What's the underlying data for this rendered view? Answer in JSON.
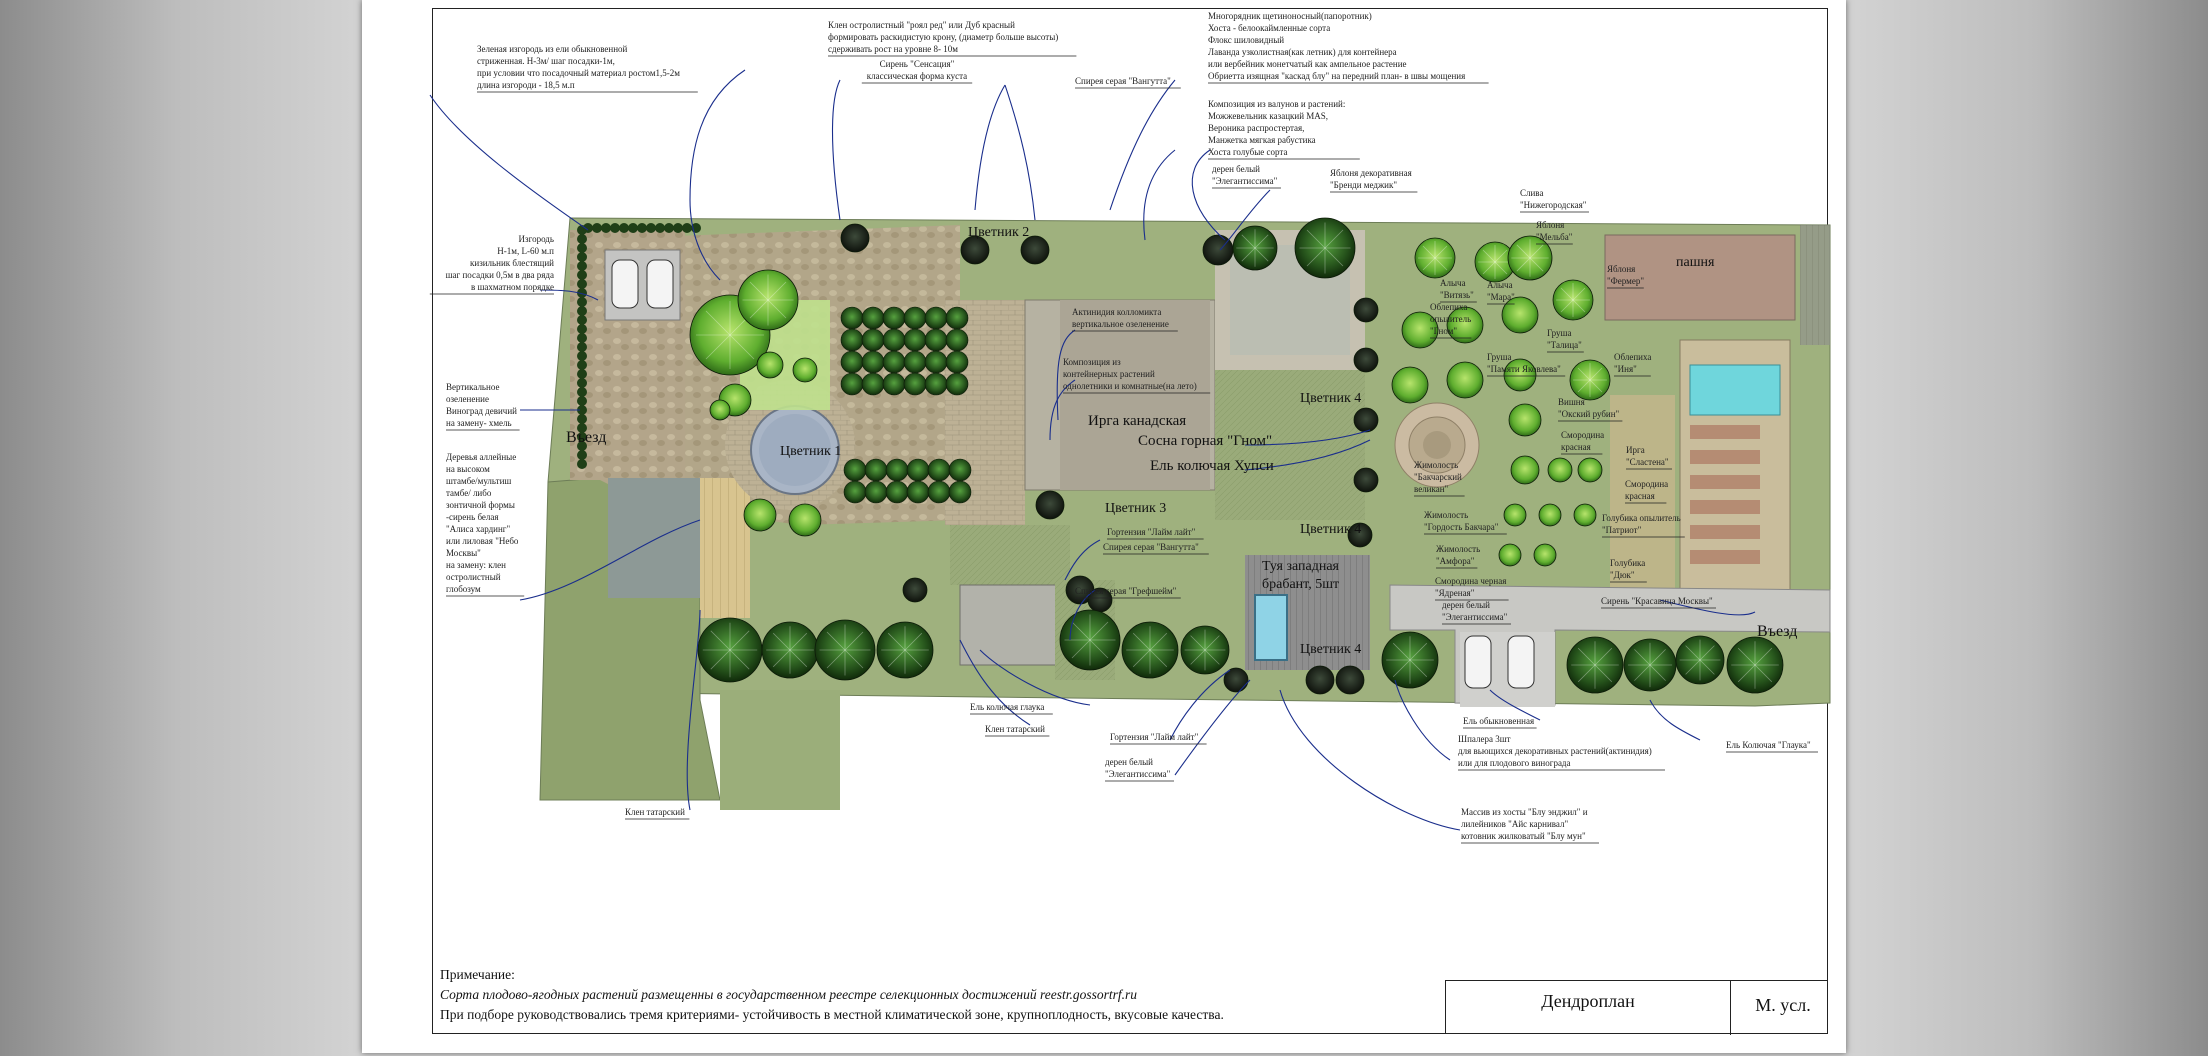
{
  "sheet": {
    "title": "Дендроплан",
    "scale": "М. усл.",
    "notes": [
      "Примечание:",
      "Сорта плодово-ягодных растений размещенны в государственном реестре селекционных достижений reestr.gossortrf.ru",
      "При подборе руководствовались тремя критериями- устойчивость в местной климатической зоне, крупноплодность, вкусовые качества."
    ]
  },
  "zones": {
    "entry_left": "Въезд",
    "entry_right": "Въезд",
    "flowerbed_1": "Цветник 1",
    "flowerbed_2": "Цветник 2",
    "flowerbed_3": "Цветник 3",
    "flowerbed_4a": "Цветник 4",
    "flowerbed_4b": "Цветник 4",
    "flowerbed_4c": "Цветник 4",
    "arable": "пашня",
    "irga": "Ирга канадская",
    "pine": "Сосна горная \"Гном\"",
    "spruce": "Ель колючая Хупси",
    "thuja": "Туя западная брабант, 5шт"
  },
  "callouts": {
    "hedge_spruce": [
      "Зеленая изгородь из ели обыкновенной",
      "стриженная. Н-3м/ шаг посадки-1м,",
      "при условии что посадочный материал ростом1,5-2м",
      "длина изгороди - 18,5 м.п"
    ],
    "maple_oak": [
      "Клен остролистный \"роял ред\" или Дуб красный",
      "формировать раскидистую крону, (диаметр больше высоты)",
      "сдерживать рост на уровне 8- 10м"
    ],
    "lilac_sensation": [
      "Сирень \"Сенсация\"",
      "классическая форма куста"
    ],
    "spirea_vangutta_top": "Спирея серая \"Вангутта\"",
    "perennials": [
      "Многорядник щетиноносный(папоротник)",
      "Хоста - белоокаймленные сорта",
      "Флокс шиловидный",
      "Лаванда узколистная(как летник) для контейнера",
      "или вербейник монетчатый как ампельное растение",
      "Обриетта изящная \"каскад блу\" на передний план- в швы мощения"
    ],
    "boulders": [
      "Композиция из валунов и растений:",
      "Можжевельник казацкий MAS,",
      "Вероника распростертая,",
      "Манжетка мягкая рабустика",
      "Хоста голубые сорта"
    ],
    "derain_top": [
      "дерен белый",
      "\"Элегантиссима\""
    ],
    "apple_decor": [
      "Яблоня декоративная",
      "\"Бренди меджик\""
    ],
    "plum": [
      "Слива",
      "\"Нижегородская\""
    ],
    "apple_melba": [
      "Яблоня",
      "\"Мельба\""
    ],
    "apple_farmer": [
      "Яблоня",
      "\"Фермер\""
    ],
    "apple_vityaz": [
      "Алыча",
      "\"Витязь\""
    ],
    "alycha_mara": [
      "Алыча",
      "\"Мара\""
    ],
    "seabuckthorn_gnom": [
      "Облепиха",
      "опылитель",
      "\"Гном\""
    ],
    "pear_talica": [
      "Груша",
      "\"Талица\""
    ],
    "pear_yakovlev": [
      "Груша",
      "\"Памяти Яковлева\""
    ],
    "seabuckthorn_inya": [
      "Облепиха",
      "\"Иня\""
    ],
    "cherry": [
      "Вишня",
      "\"Окский рубин\""
    ],
    "currant_red": [
      "Смородина",
      "красная"
    ],
    "irga_sweet": [
      "Ирга",
      "\"Сластена\""
    ],
    "currant_red2": [
      "Смородина",
      "красная"
    ],
    "honeysuckle_bakchar": [
      "Жимолость",
      "\"Бакчарский",
      "великан\""
    ],
    "honeysuckle_pride": [
      "Жимолость",
      "\"Гордость Бакчара\""
    ],
    "blueberry_patriot": [
      "Голубика опылитель",
      "\"Патриот\""
    ],
    "honeysuckle_amphora": [
      "Жимолость",
      "\"Амфора\""
    ],
    "blueberry_duke": [
      "Голубика",
      "\"Дюк\""
    ],
    "currant_black": [
      "Смородина черная",
      "\"Ядреная\""
    ],
    "derain_mid": [
      "дерен белый",
      "\"Элегантиссима\""
    ],
    "lilac_moscow": "Сирень \"Красавица Москвы\"",
    "hedge_holly": [
      "Изгородь",
      "Н-1м, L-60 м.п",
      "кизильник блестящий",
      "шаг посадки 0,5м в два ряда",
      "в шахматном порядке"
    ],
    "vertical": [
      "Вертикальное",
      "озеленение",
      "Виноград девичий",
      "на замену- хмель"
    ],
    "alley_trees": [
      "Деревья аллейные",
      "на высоком",
      "штамбе/мультиш",
      "тамбе/ либо",
      "зонтичной формы",
      "-сирень белая",
      "\"Алиса хардинг\"",
      "или лиловая \"Небо",
      "Москвы\"",
      "на замену: клен",
      "остролистный",
      "глобозум"
    ],
    "actinidia": [
      "Актинидия колломикта",
      "вертикальное озеленение"
    ],
    "containers": [
      "Композиция из",
      "контейнерных растений",
      "однолетники и комнатные(на лето)"
    ],
    "hydrangea_top": "Гортензия \"Лайм лайт\"",
    "spirea_vangutta": "Спирея серая \"Вангутта\"",
    "spirea_grefsheim": "Спирея серая \"Грефшейм\"",
    "spruce_glauca": "Ель колючая глаука",
    "maple_tatar": "Клен татарский",
    "maple_tatar2": "Клен татарский",
    "hydrangea_bottom": "Гортензия \"Лайм лайт\"",
    "derain_bottom": [
      "дерен белый",
      "\"Элегантиссима\""
    ],
    "spruce_common": "Ель обыкновенная",
    "trellis": [
      "Шпалера 3шт",
      "для вьющихся декоративных растений(актинидия)",
      "или для плодового винограда"
    ],
    "hosta_mass": [
      "Массив из хосты \"Блу энджил\" и",
      "лилейников \"Айс карнивал\"",
      "котовник жилковатый \"Блу мун\""
    ],
    "spruce_glauca_right": "Ель Колючая \"Глаука\""
  },
  "colors": {
    "lawn": "#9fb17e",
    "lawn_dark": "#8aa06a",
    "paving": "#b9ad92",
    "gravel": "#c8c1ad",
    "arable": "#b49584",
    "pool": "#6fd6dc",
    "tree_dark": "#1b3a12",
    "tree_light": "#2f7d22",
    "callout_line": "#1a2e8c"
  }
}
